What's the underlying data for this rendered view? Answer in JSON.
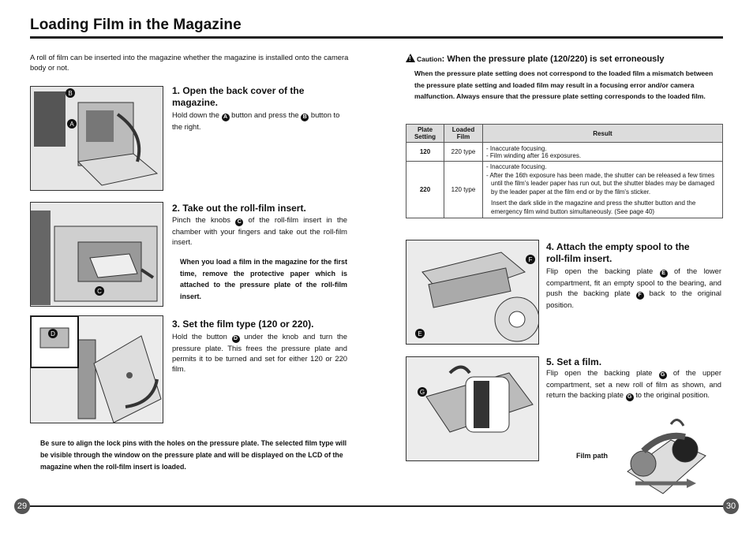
{
  "page_title": "Loading Film in the Magazine",
  "intro": "A roll of film can be inserted into the magazine whether the magazine is installed onto the camera body or not.",
  "steps": [
    {
      "heading_1": "1. Open the back cover of the",
      "heading_2": "magazine.",
      "text_a": "Hold down the",
      "text_b": "button and press the",
      "text_c": "button to the right.",
      "key_a": "A",
      "key_b": "B"
    },
    {
      "heading": "2. Take out the roll-film insert.",
      "text_a": "Pinch the knobs",
      "text_b": "of the roll-film insert in the chamber with your fingers and take out the roll-film insert.",
      "key": "C",
      "note": "When you load a film in the magazine for the first time, remove the protective paper which is attached to the pressure plate of the roll-film insert."
    },
    {
      "heading": "3. Set the film type (120 or 220).",
      "text_a": "Hold the button",
      "text_b": "under the knob and turn the pressure plate. This frees the pressure plate and permits it to be turned and set for either 120 or 220 film.",
      "key": "D"
    },
    {
      "heading_1": "4. Attach the empty spool to the",
      "heading_2": "roll-film insert.",
      "text_a": "Flip open the backing plate",
      "text_b": "of the lower compartment, fit an empty spool to the bearing, and push the backing plate",
      "text_c": "back to the original position.",
      "key_a": "E",
      "key_b": "F"
    },
    {
      "heading": "5. Set a film.",
      "text_a": "Flip open the backing plate",
      "text_b": "of the upper compartment, set a new roll of film as shown, and return the backing plate",
      "text_c": "to the original position.",
      "key": "G"
    }
  ],
  "lock_note": "Be sure to align the lock pins  with the holes on the pressure plate. The selected film type will be visible through the window on the pressure plate and will be displayed on the LCD of the magazine when the roll-film insert is loaded.",
  "caution": {
    "label": "Caution",
    "heading": ": When the pressure plate (120/220) is set erroneously",
    "text": "When the pressure plate setting does not correspond to the loaded film a mismatch between the pressure plate setting and loaded film may result in a focusing error and/or camera malfunction. Always ensure that the pressure plate setting corresponds to the loaded film."
  },
  "table": {
    "headers": [
      "Plate Setting",
      "Loaded Film",
      "Result"
    ],
    "rows": [
      {
        "plate": "120",
        "film": "220 type",
        "result": [
          "- Inaccurate focusing.",
          "- Film winding after 16 exposures."
        ]
      },
      {
        "plate": "220",
        "film": "120 type",
        "result": [
          "- Inaccurate focusing.",
          "- After the 16th exposure has been made, the shutter can be released a few times until the film's leader paper has run out, but the shutter blades may be damaged by the leader paper at the film end or by the film's sticker.",
          "Insert the dark slide in the magazine and press the shutter button and the emergency film wind button simultaneously. (See page 40)"
        ]
      }
    ]
  },
  "film_path_label": "Film path",
  "page_numbers": {
    "left": "29",
    "right": "30"
  },
  "figure_labels": {
    "fig1": [
      "B",
      "A"
    ],
    "fig2": [
      "C"
    ],
    "fig3": [
      "D"
    ],
    "fig4": [
      "F",
      "E"
    ],
    "fig5": [
      "G"
    ]
  }
}
